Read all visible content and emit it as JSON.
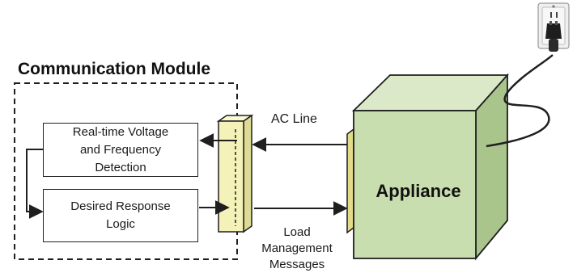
{
  "diagram": {
    "module_title": "Communication Module",
    "detection_label": "Real-time Voltage\nand Frequency\nDetection",
    "logic_label": "Desired Response\nLogic",
    "ac_line_label": "AC Line",
    "messages_label": "Load\nManagement\nMessages",
    "appliance_label": "Appliance"
  },
  "colors": {
    "connector_fill": "#f4f2b8",
    "appliance_front": "#c9deae",
    "appliance_side": "#a9c58c",
    "appliance_top": "#dbe9c8",
    "outlet_plate": "#efefef",
    "line": "#1f1f1f"
  },
  "icons": [
    "wall-outlet-icon",
    "plug-icon",
    "power-cord"
  ]
}
